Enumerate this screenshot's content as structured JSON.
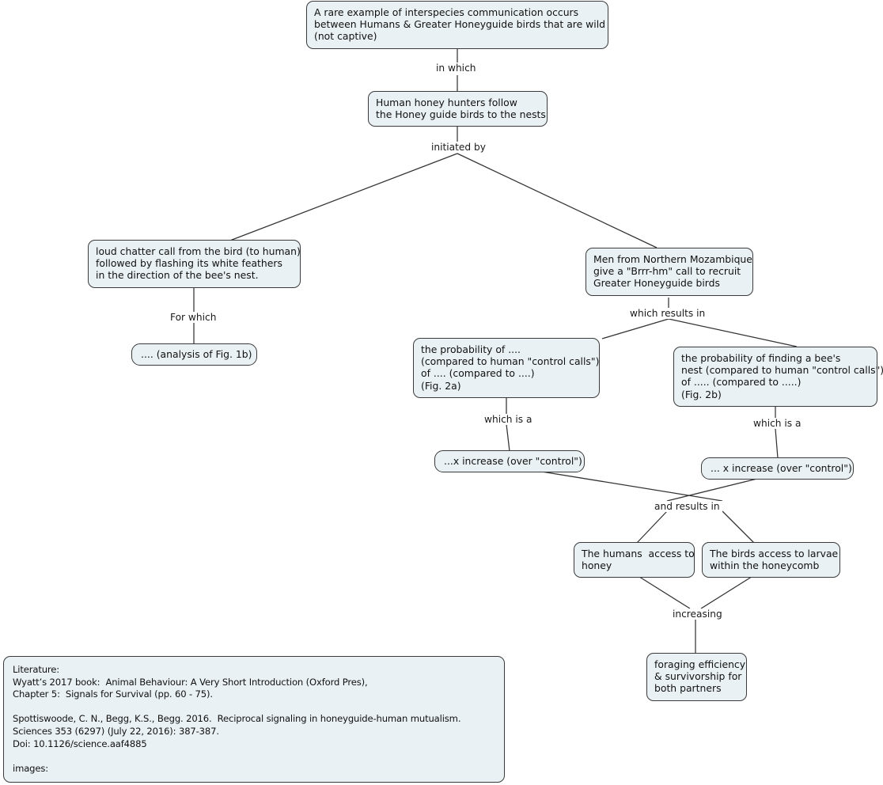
{
  "diagram": {
    "title": "Interspecies communication concept map",
    "background": "#ffffff",
    "node_fill": "#eaf1f4",
    "node_border": "#3a3a3a",
    "text_color": "#111111",
    "nodes": [
      {
        "id": "root",
        "text": "A rare example of interspecies communication occurs\nbetween Humans & Greater Honeyguide birds that are wild\n(not captive)"
      },
      {
        "id": "hunters",
        "text": "Human honey hunters follow\nthe Honey guide birds to the nests"
      },
      {
        "id": "chatter",
        "text": "loud chatter call from the bird (to human)\nfollowed by flashing its white feathers\nin the direction of the bee's nest."
      },
      {
        "id": "fig1b",
        "text": ".... (analysis of Fig. 1b)"
      },
      {
        "id": "mozambique",
        "text": "Men from Northern Mozambique\ngive a \"Brrr-hm\" call to recruit\nGreater Honeyguide birds"
      },
      {
        "id": "fig2a",
        "text": "the probability of ....\n(compared to human \"control calls\")\nof .... (compared to ....)\n(Fig. 2a)"
      },
      {
        "id": "fig2b",
        "text": "the probability of finding a bee's\nnest (compared to human \"control calls\")\nof ..... (compared to .....)\n(Fig. 2b)"
      },
      {
        "id": "increase-a",
        "text": "...x increase (over \"control\")"
      },
      {
        "id": "increase-b",
        "text": "... x increase (over \"control\")"
      },
      {
        "id": "humans",
        "text": "The humans  access to\nhoney"
      },
      {
        "id": "birds",
        "text": "The birds access to larvae\nwithin the honeycomb"
      },
      {
        "id": "foraging",
        "text": "foraging efficiency\n& survivorship for\nboth partners"
      }
    ],
    "link_labels": [
      {
        "id": "in-which",
        "text": "in which"
      },
      {
        "id": "initiated-by",
        "text": "initiated by"
      },
      {
        "id": "for-which",
        "text": "For which"
      },
      {
        "id": "which-results-in",
        "text": "which results in"
      },
      {
        "id": "which-is-a-left",
        "text": "which is a"
      },
      {
        "id": "which-is-a-right",
        "text": "which is a"
      },
      {
        "id": "and-results-in",
        "text": "and results in"
      },
      {
        "id": "increasing",
        "text": "increasing"
      }
    ],
    "literature": {
      "text": "Literature:\nWyatt’s 2017 book:  Animal Behaviour: A Very Short Introduction (Oxford Pres),\nChapter 5:  Signals for Survival (pp. 60 - 75).\n\nSpottiswoode, C. N., Begg, K.S., Begg. 2016.  Reciprocal signaling in honeyguide-human mutualism.\nSciences 353 (6297) (July 22, 2016): 387-387.\nDoi: 10.1126/science.aaf4885\n\nimages:"
    }
  }
}
